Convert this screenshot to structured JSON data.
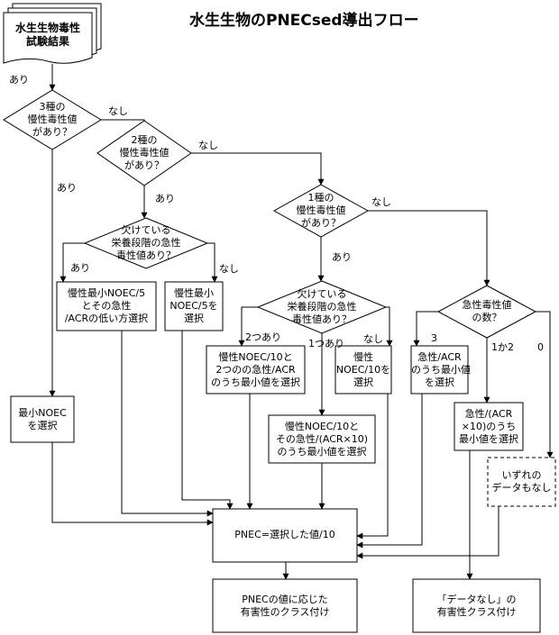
{
  "title": "水生生物のPNECsed導出フロー",
  "start": {
    "line1": "水生生物毒性",
    "line2": "試験結果"
  },
  "decisions": {
    "d1": {
      "line1": "3種の",
      "line2": "慢性毒性値",
      "line3": "があり？"
    },
    "d2": {
      "line1": "2種の",
      "line2": "慢性毒性値",
      "line3": "があり？"
    },
    "d3": {
      "line1": "欠けている",
      "line2": "栄養段階の急性",
      "line3": "毒性値あり？"
    },
    "d4": {
      "line1": "1種の",
      "line2": "慢性毒性値",
      "line3": "があり？"
    },
    "d5": {
      "line1": "欠けている",
      "line2": "栄養段階の急性",
      "line3": "毒性値あり？"
    },
    "d6": {
      "line1": "急性毒性値",
      "line2": "の数？"
    }
  },
  "boxes": {
    "b_min_noec": {
      "line1": "最小NOEC",
      "line2": "を選択"
    },
    "b_noec5_acr": {
      "line1": "慢性最小NOEC/5",
      "line2": "とその急性",
      "line3": "/ACRの低い方選択"
    },
    "b_noec5": {
      "line1": "慢性最小",
      "line2": "NOEC/5を",
      "line3": "選択"
    },
    "b_noec10_2acr": {
      "line1": "慢性NOEC/10と",
      "line2": "2つのの急性/ACR",
      "line3": "のうち最小値を選択"
    },
    "b_noec10_acrx10": {
      "line1": "慢性NOEC/10と",
      "line2": "その急性/(ACR×10)",
      "line3": "のうち最小値を選択"
    },
    "b_noec10": {
      "line1": "慢性",
      "line2": "NOEC/10を",
      "line3": "選択"
    },
    "b_acr_min": {
      "line1": "急性/ACR",
      "line2": "のうち最小値",
      "line3": "を選択"
    },
    "b_acrx10_min": {
      "line1": "急性/(ACR",
      "line2": "×10)のうち",
      "line3": "最小値を選択"
    },
    "b_no_data": {
      "line1": "いずれの",
      "line2": "データもなし"
    },
    "b_pnec": {
      "line1": "PNEC=選択した値/10"
    },
    "b_class": {
      "line1": "PNECの値に応じた",
      "line2": "有害性のクラス付け"
    },
    "b_class_none": {
      "line1": "「データなし」の",
      "line2": "有害性クラス付け"
    }
  },
  "annotations": {
    "a_start_yes": "あり",
    "a_d1_no": "なし",
    "a_d1_yes": "あり",
    "a_d2_no": "なし",
    "a_d2_yes": "あり",
    "a_d3_yes": "あり",
    "a_d3_no": "なし",
    "a_d4_no": "なし",
    "a_d4_yes": "あり",
    "a_d5_two": "2つあり",
    "a_d5_one": "1つあり",
    "a_d5_no": "なし",
    "a_d6_three": "3",
    "a_d6_onetwo": "1か2",
    "a_d6_zero": "0"
  }
}
